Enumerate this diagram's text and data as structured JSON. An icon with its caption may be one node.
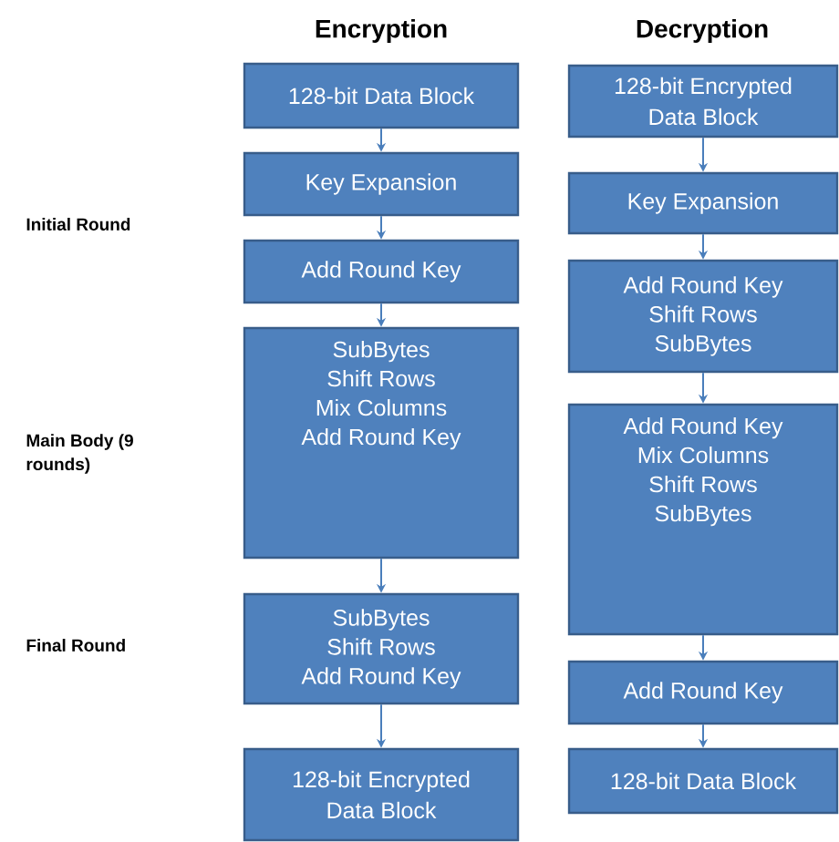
{
  "diagram": {
    "nodes": [
      {
        "text": [
          "128-bit Data Block"
        ]
      },
      {
        "text": [
          "Key Expansion"
        ]
      },
      {
        "text": [
          "Add Round Key"
        ]
      },
      {
        "text": [
          "SubBytes",
          "Shift Rows",
          "Mix Columns",
          "Add Round Key"
        ]
      },
      {
        "text": [
          "SubBytes",
          "Shift Rows",
          "Add Round Key"
        ]
      },
      {
        "text": [
          "128-bit Encrypted Data Block"
        ]
      },
      {
        "text": [
          "128-bit Encrypted Data Block"
        ]
      },
      {
        "text": [
          "Key Expansion"
        ]
      },
      {
        "text": [
          "Add Round Key",
          "Shift Rows",
          "SubBytes"
        ]
      },
      {
        "text": [
          "Add Round Key",
          "Mix Columns",
          "Shift Rows",
          "SubBytes"
        ]
      },
      {
        "text": [
          "Add Round Key"
        ]
      },
      {
        "text": [
          "128-bit Data Block"
        ]
      }
    ],
    "edges": [
      {
        "from": 0,
        "to": 1,
        "arrow": "to"
      },
      {
        "from": 1,
        "to": 2,
        "arrow": "to"
      },
      {
        "from": 2,
        "to": 3,
        "arrow": "to"
      },
      {
        "from": 3,
        "to": 4,
        "arrow": "to"
      },
      {
        "from": 4,
        "to": 5,
        "arrow": "to"
      },
      {
        "from": 6,
        "to": 7,
        "arrow": "to"
      },
      {
        "from": 7,
        "to": 8,
        "arrow": "to"
      },
      {
        "from": 8,
        "to": 9,
        "arrow": "to"
      },
      {
        "from": 9,
        "to": 10,
        "arrow": "to"
      },
      {
        "from": 10,
        "to": 11,
        "arrow": "to"
      }
    ],
    "labels": [
      "Encryption",
      "Decryption",
      "Initial Round",
      "Main Body (9 rounds)",
      "Final Round"
    ]
  }
}
